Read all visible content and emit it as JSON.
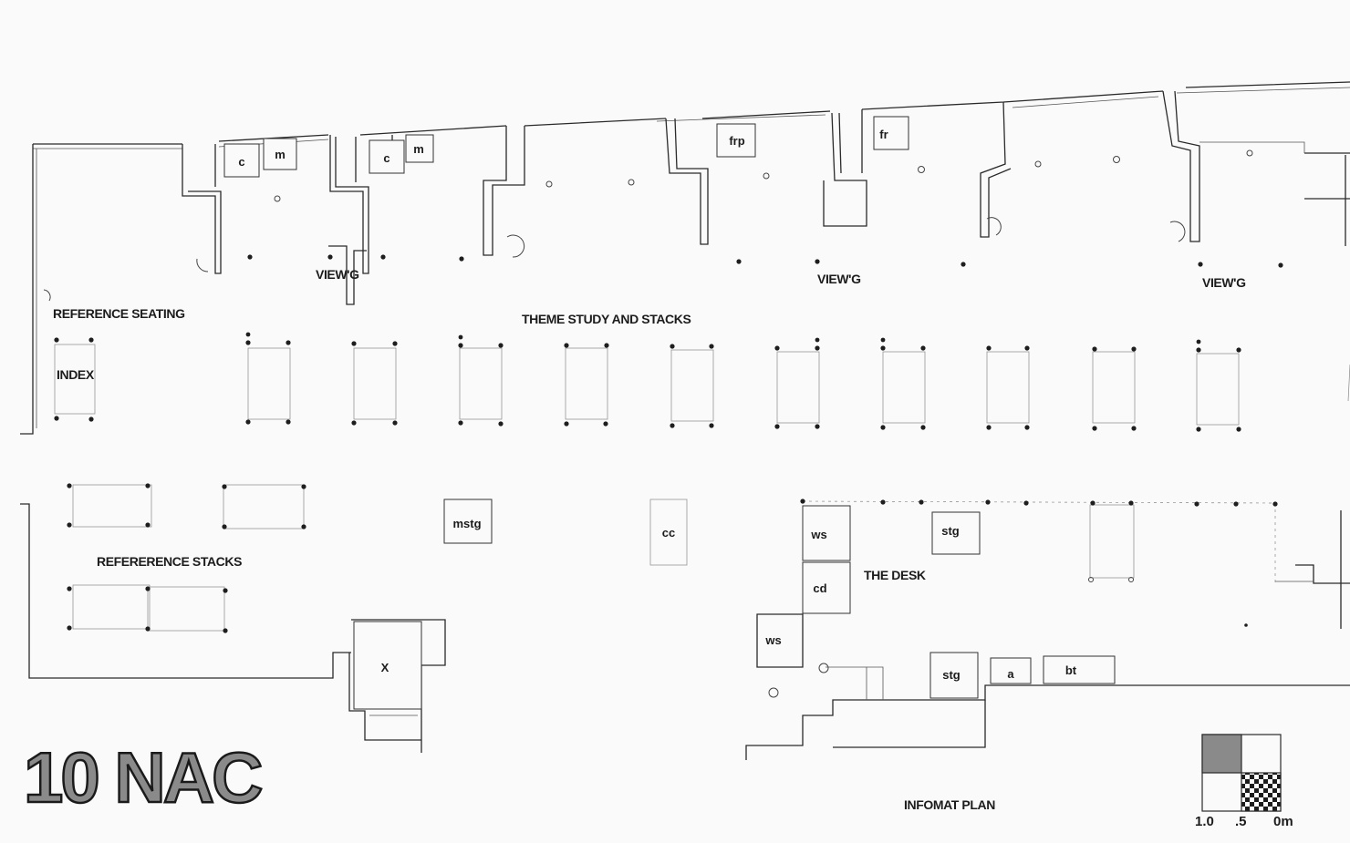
{
  "plan_number": "10 NAC",
  "plan_title": "INFOMAT PLAN",
  "zones": {
    "reference_seating": "REFERENCE SEATING",
    "index": "INDEX",
    "theme_study": "THEME STUDY AND STACKS",
    "reference_stacks": "REFERERENCE STACKS",
    "the_desk": "THE DESK",
    "viewing_1": "VIEW'G",
    "viewing_2": "VIEW'G",
    "viewing_3": "VIEW'G"
  },
  "rooms": {
    "c1": "c",
    "m1": "m",
    "c2": "c",
    "m2": "m",
    "frp": "frp",
    "fr": "fr",
    "mstg": "mstg",
    "cc": "cc",
    "ws1": "ws",
    "stg1": "stg",
    "cd": "cd",
    "ws2": "ws",
    "x": "X",
    "stg2": "stg",
    "a": "a",
    "bt": "bt"
  },
  "scale": {
    "labels": [
      "1.0",
      ".5",
      "0m"
    ]
  },
  "colors": {
    "line": "#2a2a2a",
    "paper": "#fafafa",
    "scale_fill": "#8a8a8a"
  }
}
